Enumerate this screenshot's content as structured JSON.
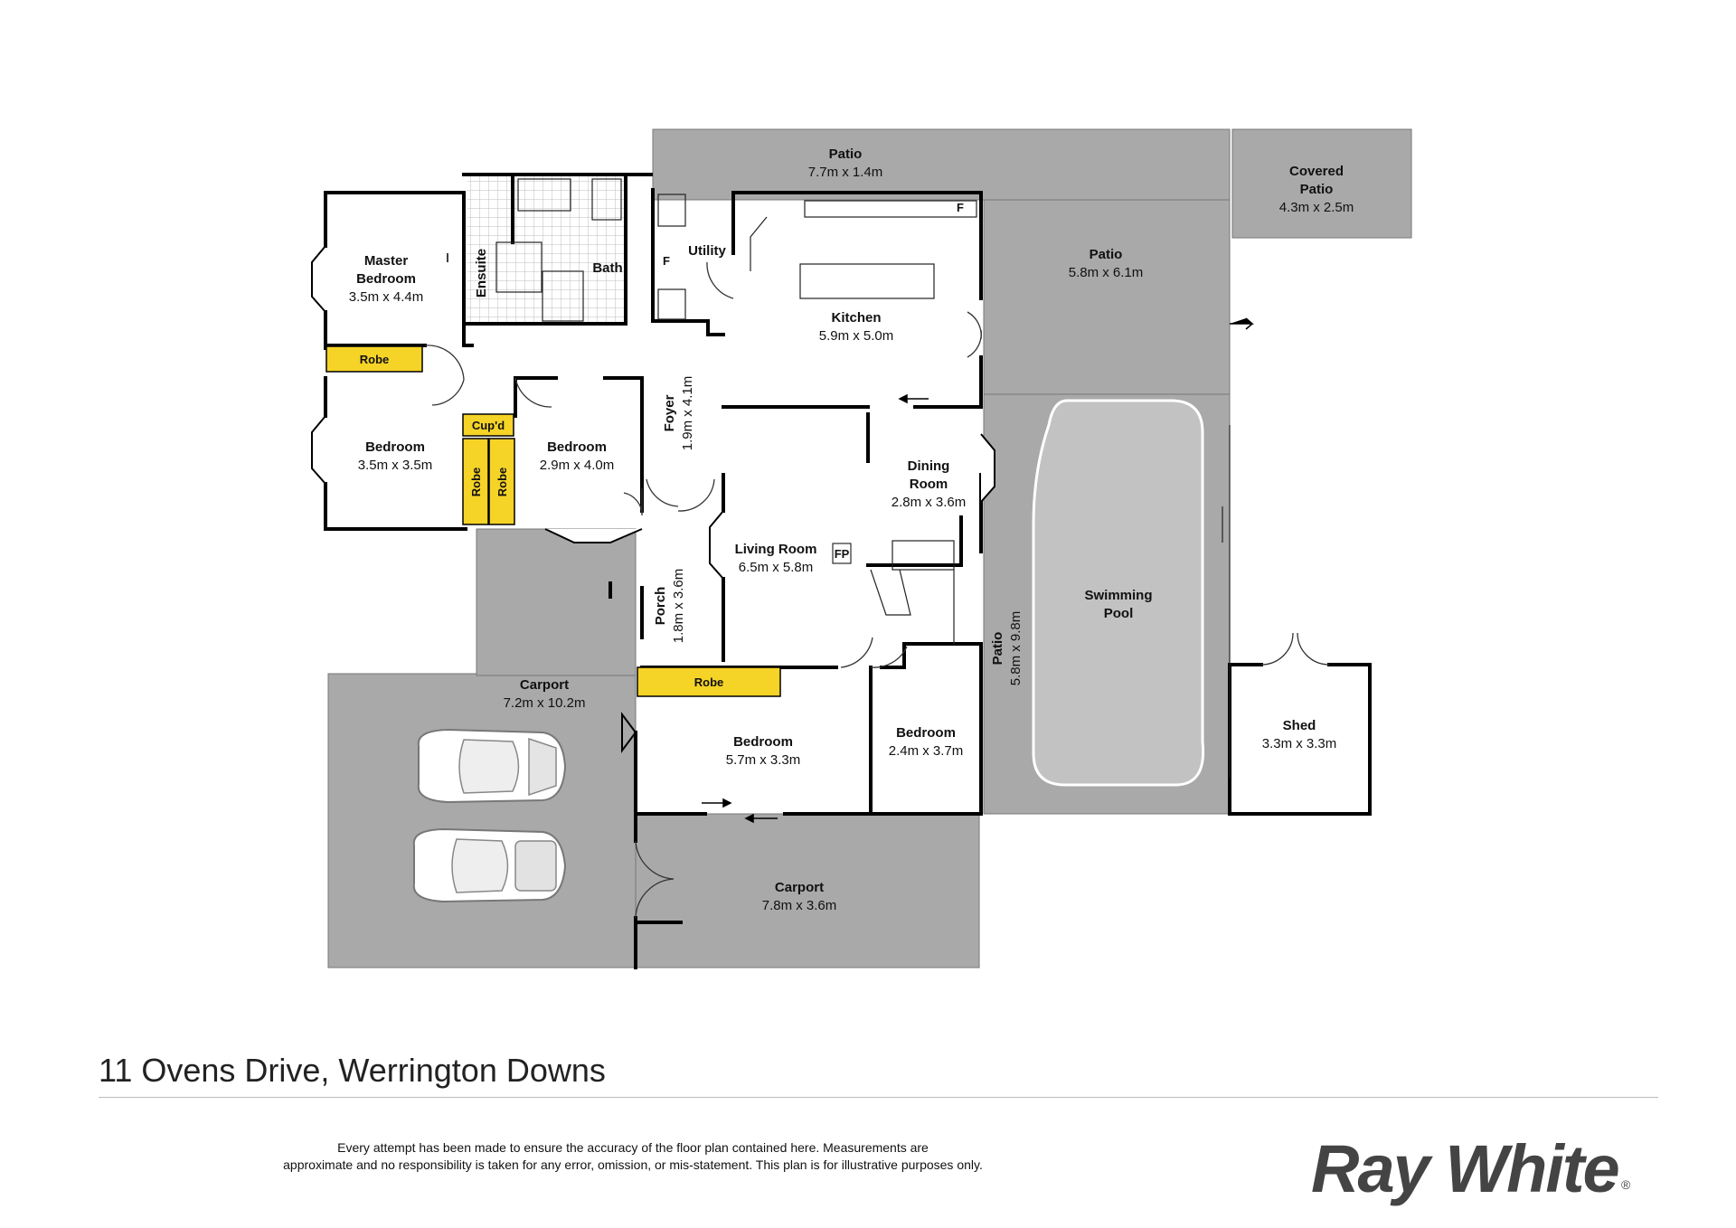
{
  "title": "11 Ovens Drive, Werrington Downs",
  "disclaimer": {
    "line1": "Every attempt has been made to ensure the accuracy of the floor plan contained here. Measurements are",
    "line2": "approximate and no responsibility is taken for any error, omission, or mis-statement. This plan is for illustrative purposes only."
  },
  "brand": {
    "name": "Ray White",
    "reg": "®"
  },
  "colors": {
    "outdoor": "#a9a9a9",
    "storage": "#f5d327",
    "wall": "#000000"
  },
  "rooms": {
    "patio_top": {
      "name": "Patio",
      "dims": "7.7m x 1.4m"
    },
    "covered_patio": {
      "name1": "Covered",
      "name2": "Patio",
      "dims": "4.3m x 2.5m"
    },
    "patio_side": {
      "name": "Patio",
      "dims": "5.8m x 6.1m"
    },
    "master": {
      "name1": "Master",
      "name2": "Bedroom",
      "dims": "3.5m x 4.4m"
    },
    "ensuite": {
      "name": "Ensuite"
    },
    "bath": {
      "name": "Bath"
    },
    "utility": {
      "name": "Utility"
    },
    "kitchen": {
      "name": "Kitchen",
      "dims": "5.9m x 5.0m"
    },
    "bedroom_left": {
      "name": "Bedroom",
      "dims": "3.5m x 3.5m"
    },
    "bedroom_mid": {
      "name": "Bedroom",
      "dims": "2.9m x 4.0m"
    },
    "foyer": {
      "name": "Foyer",
      "dims": "1.9m x 4.1m"
    },
    "dining": {
      "name1": "Dining",
      "name2": "Room",
      "dims": "2.8m x 3.6m"
    },
    "living": {
      "name": "Living Room",
      "dims": "6.5m x 5.8m"
    },
    "porch": {
      "name": "Porch",
      "dims": "1.8m x 3.6m"
    },
    "pool": {
      "name1": "Swimming",
      "name2": "Pool"
    },
    "patio_pool": {
      "name": "Patio",
      "dims": "5.8m x 9.8m"
    },
    "carport_left": {
      "name": "Carport",
      "dims": "7.2m x 10.2m"
    },
    "bedroom_bottom": {
      "name": "Bedroom",
      "dims": "5.7m x 3.3m"
    },
    "bedroom_small": {
      "name": "Bedroom",
      "dims": "2.4m x 3.7m"
    },
    "shed": {
      "name": "Shed",
      "dims": "3.3m x 3.3m"
    },
    "carport_bottom": {
      "name": "Carport",
      "dims": "7.8m x 3.6m"
    }
  },
  "storage": {
    "robe_master": "Robe",
    "cupd": "Cup'd",
    "robe_a": "Robe",
    "robe_b": "Robe",
    "robe_bottom": "Robe"
  },
  "fixtures": {
    "fireplace": "FP",
    "fridge_kitchen": "F",
    "fridge_utility": "F"
  }
}
